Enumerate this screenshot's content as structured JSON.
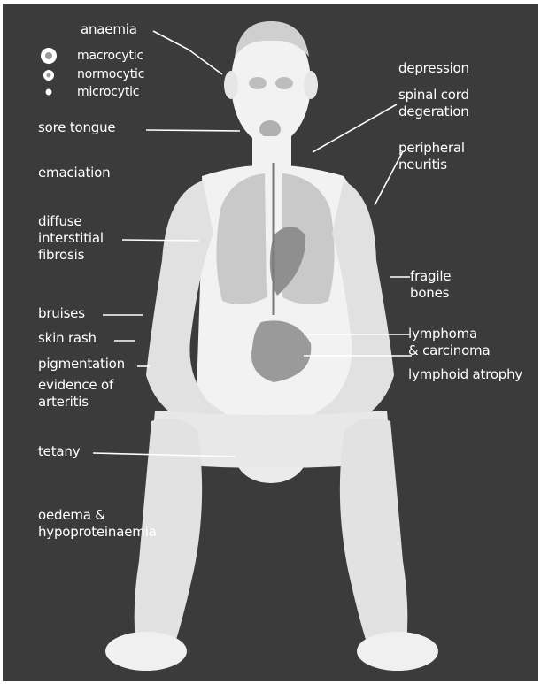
{
  "colors": {
    "background": "#3b3b3b",
    "figure": "#f2f2f2",
    "organ": "#c9c9c9",
    "text": "#ffffff"
  },
  "labels": {
    "anaemia": "anaemia",
    "macrocytic": "macrocytic",
    "normocytic": "normocytic",
    "microcytic": "microcytic",
    "sore_tongue": "sore tongue",
    "emaciation": "emaciation",
    "fibrosis": "diffuse\ninterstitial\nfibrosis",
    "bruises": "bruises",
    "skin_rash": "skin rash",
    "pigmentation": "pigmentation",
    "arteritis": "evidence of\narteritis",
    "tetany": "tetany",
    "oedema": "oedema &\nhypoproteinaemia",
    "depression": "depression",
    "spinal_cord": "spinal cord\ndegeration",
    "neuritis": "peripheral\nneuritis",
    "fragile_bones": "fragile\nbones",
    "lymphoma": "lymphoma\n& carcinoma",
    "lymphoid_atrophy": "lymphoid atrophy"
  },
  "legend_icons": [
    "large-cell-icon",
    "medium-cell-icon",
    "small-cell-icon"
  ]
}
